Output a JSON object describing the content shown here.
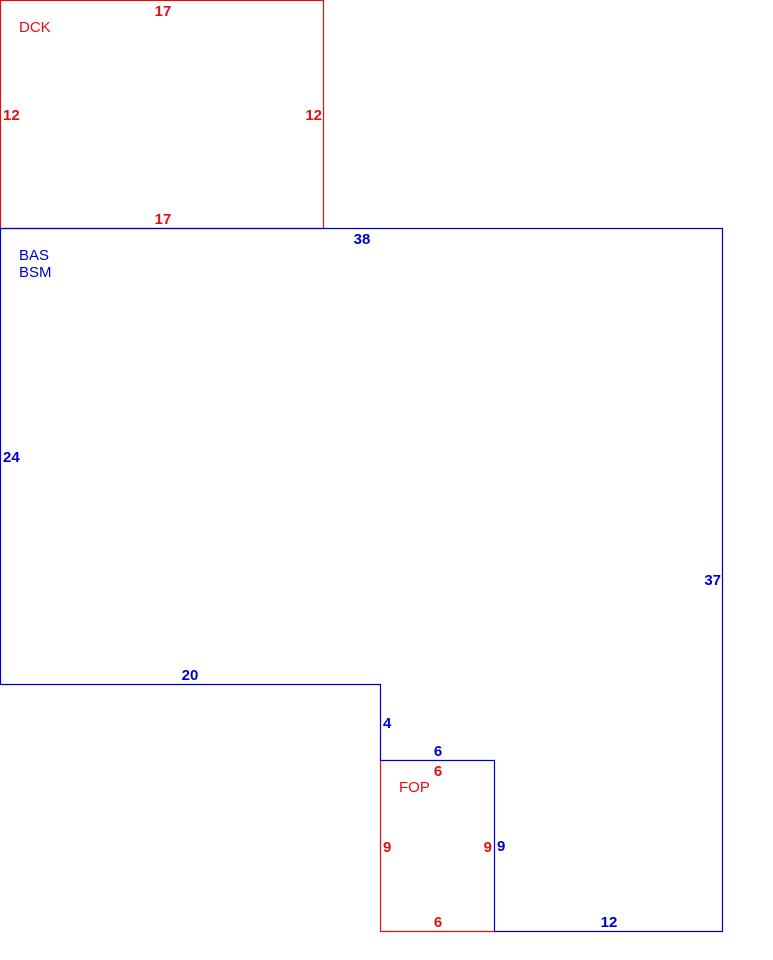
{
  "colors": {
    "blue": "#0000cc",
    "red": "#dd1111"
  },
  "areas": {
    "dck": {
      "label": "DCK",
      "color": "red",
      "dims": {
        "top": "17",
        "bottom": "17",
        "left": "12",
        "right": "12"
      }
    },
    "bas": {
      "label_line1": "BAS",
      "label_line2": "BSM",
      "color": "blue",
      "dims": {
        "top": "38",
        "left": "24",
        "right": "37",
        "bottom_left": "20",
        "step": "4",
        "notch_top": "6",
        "notch_side": "9",
        "bottom_right": "12"
      }
    },
    "fop": {
      "label": "FOP",
      "color": "red",
      "dims": {
        "top": "6",
        "bottom": "6",
        "left": "9",
        "right": "9"
      }
    }
  }
}
